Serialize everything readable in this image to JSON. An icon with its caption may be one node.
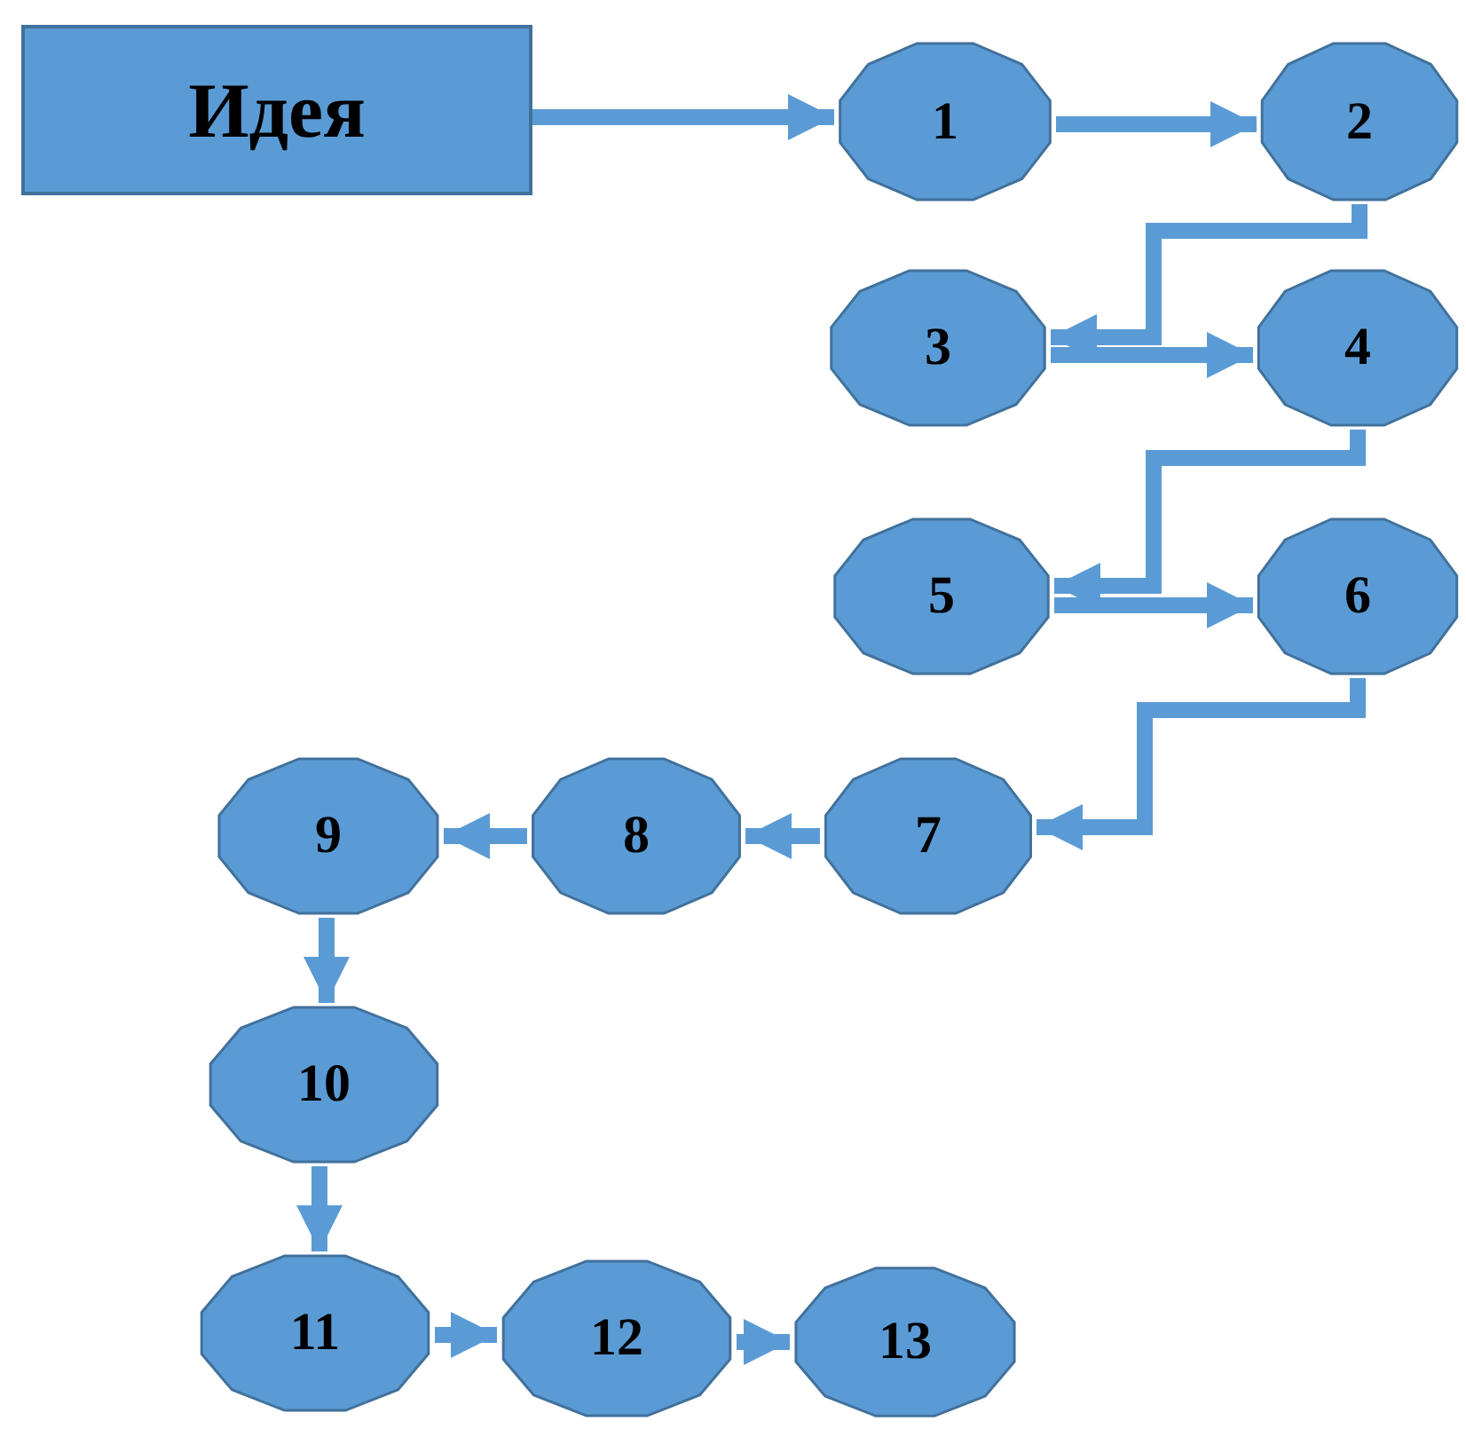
{
  "diagram": {
    "nodes": [
      {
        "text": [
          "Идея"
        ]
      },
      {
        "text": [
          "1"
        ]
      },
      {
        "text": [
          "2"
        ]
      },
      {
        "text": [
          "3"
        ]
      },
      {
        "text": [
          "4"
        ]
      },
      {
        "text": [
          "5"
        ]
      },
      {
        "text": [
          "6"
        ]
      },
      {
        "text": [
          "7"
        ]
      },
      {
        "text": [
          "8"
        ]
      },
      {
        "text": [
          "9"
        ]
      },
      {
        "text": [
          "10"
        ]
      },
      {
        "text": [
          "11"
        ]
      },
      {
        "text": [
          "12"
        ]
      },
      {
        "text": [
          "13"
        ]
      }
    ],
    "edges": [
      {
        "from": 0,
        "to": 1,
        "arrow": "to"
      },
      {
        "from": 1,
        "to": 2,
        "arrow": "to"
      },
      {
        "from": 2,
        "to": 3,
        "arrow": "to"
      },
      {
        "from": 3,
        "to": 4,
        "arrow": "to"
      },
      {
        "from": 4,
        "to": 5,
        "arrow": "to"
      },
      {
        "from": 5,
        "to": 6,
        "arrow": "to"
      },
      {
        "from": 6,
        "to": 7,
        "arrow": "to"
      },
      {
        "from": 7,
        "to": 8,
        "arrow": "to"
      },
      {
        "from": 8,
        "to": 9,
        "arrow": "to"
      },
      {
        "from": 9,
        "to": 10,
        "arrow": "to"
      },
      {
        "from": 10,
        "to": 11,
        "arrow": "to"
      },
      {
        "from": 11,
        "to": 12,
        "arrow": "to"
      },
      {
        "from": 12,
        "to": 13,
        "arrow": "to"
      }
    ]
  }
}
